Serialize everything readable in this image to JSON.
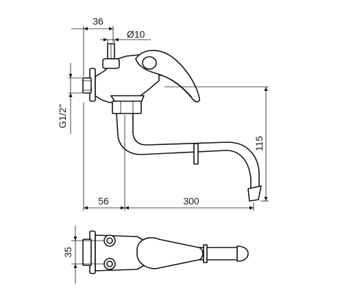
{
  "dimensions": {
    "top_width": "36",
    "diameter": "Ø10",
    "thread": "G1/2\"",
    "height": "115",
    "offset": "56",
    "reach": "300",
    "spacing": "35"
  }
}
